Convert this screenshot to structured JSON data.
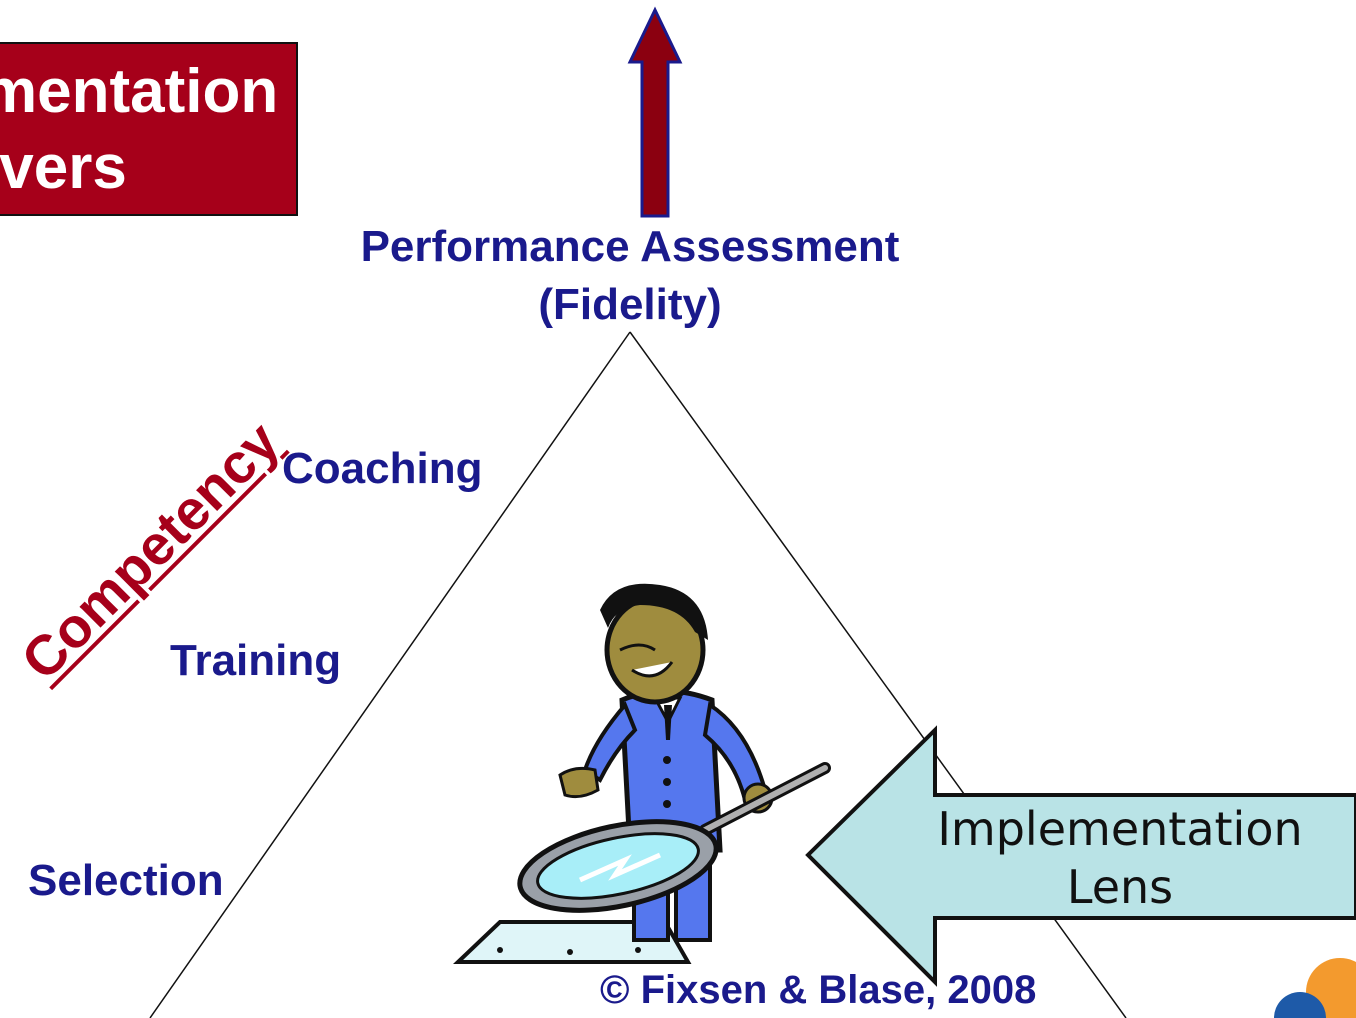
{
  "title": {
    "line1": "mentation",
    "line2": "ivers"
  },
  "peak": {
    "line1": "Performance Assessment",
    "line2": "(Fidelity)"
  },
  "levels": {
    "coaching": "Coaching",
    "training": "Training",
    "selection": "Selection"
  },
  "competency": "Competency",
  "lens": {
    "line1": "Implementation",
    "line2": "Lens"
  },
  "copyright": "© Fixsen & Blase, 2008",
  "colors": {
    "maroon": "#a6001a",
    "navy": "#1a1a8c",
    "lens_fill": "#b9e3e6",
    "suit": "#5577ee"
  }
}
